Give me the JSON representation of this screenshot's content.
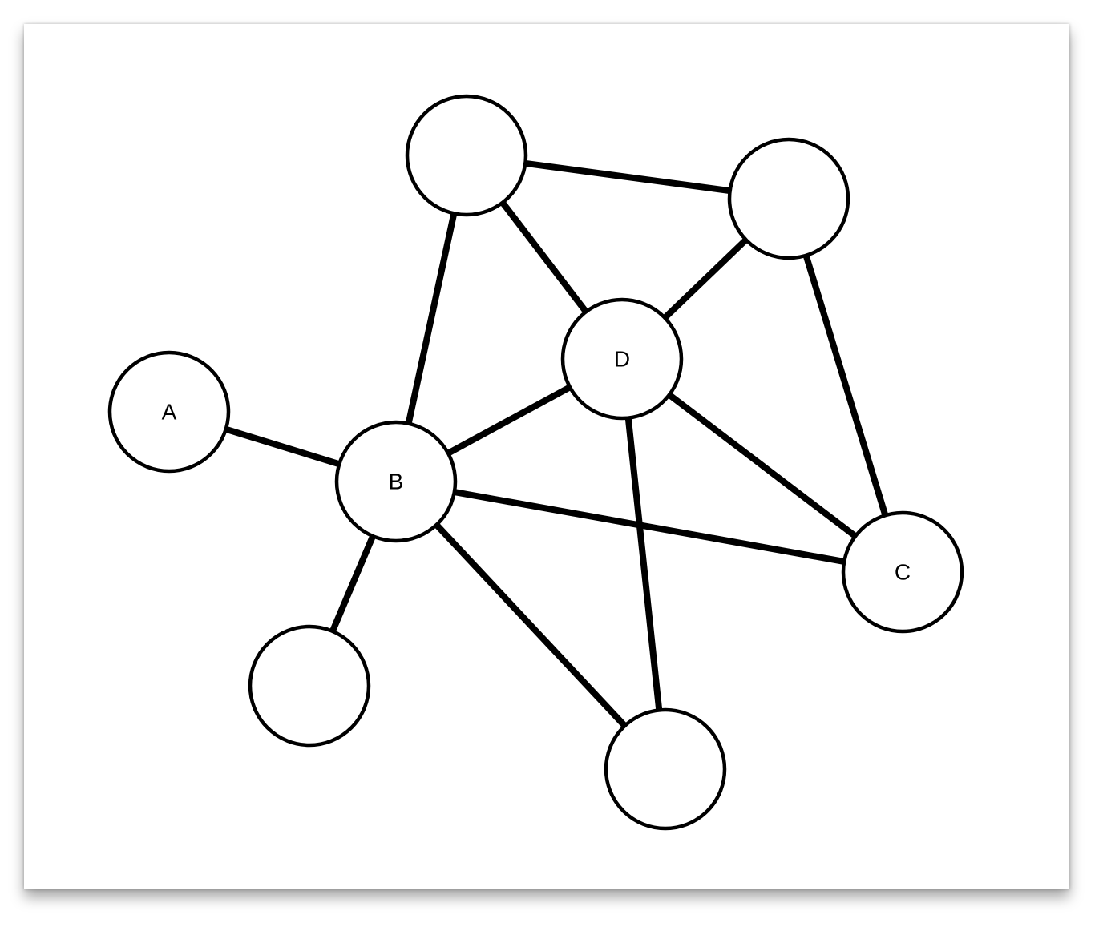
{
  "diagram": {
    "type": "undirected-graph",
    "nodes": [
      {
        "id": "A",
        "label": "A"
      },
      {
        "id": "B",
        "label": "B"
      },
      {
        "id": "C",
        "label": "C"
      },
      {
        "id": "D",
        "label": "D"
      },
      {
        "id": "top",
        "label": ""
      },
      {
        "id": "top-right",
        "label": ""
      },
      {
        "id": "bottom-left",
        "label": ""
      },
      {
        "id": "bottom-mid",
        "label": ""
      }
    ],
    "edges": [
      {
        "from": "A",
        "to": "B"
      },
      {
        "from": "B",
        "to": "top"
      },
      {
        "from": "B",
        "to": "D"
      },
      {
        "from": "B",
        "to": "C"
      },
      {
        "from": "B",
        "to": "bottom-left"
      },
      {
        "from": "B",
        "to": "bottom-mid"
      },
      {
        "from": "top",
        "to": "top-right"
      },
      {
        "from": "top",
        "to": "D"
      },
      {
        "from": "top-right",
        "to": "D"
      },
      {
        "from": "top-right",
        "to": "C"
      },
      {
        "from": "D",
        "to": "C"
      },
      {
        "from": "D",
        "to": "bottom-mid"
      }
    ],
    "colors": {
      "stroke": "#000000",
      "fill": "#ffffff"
    }
  }
}
